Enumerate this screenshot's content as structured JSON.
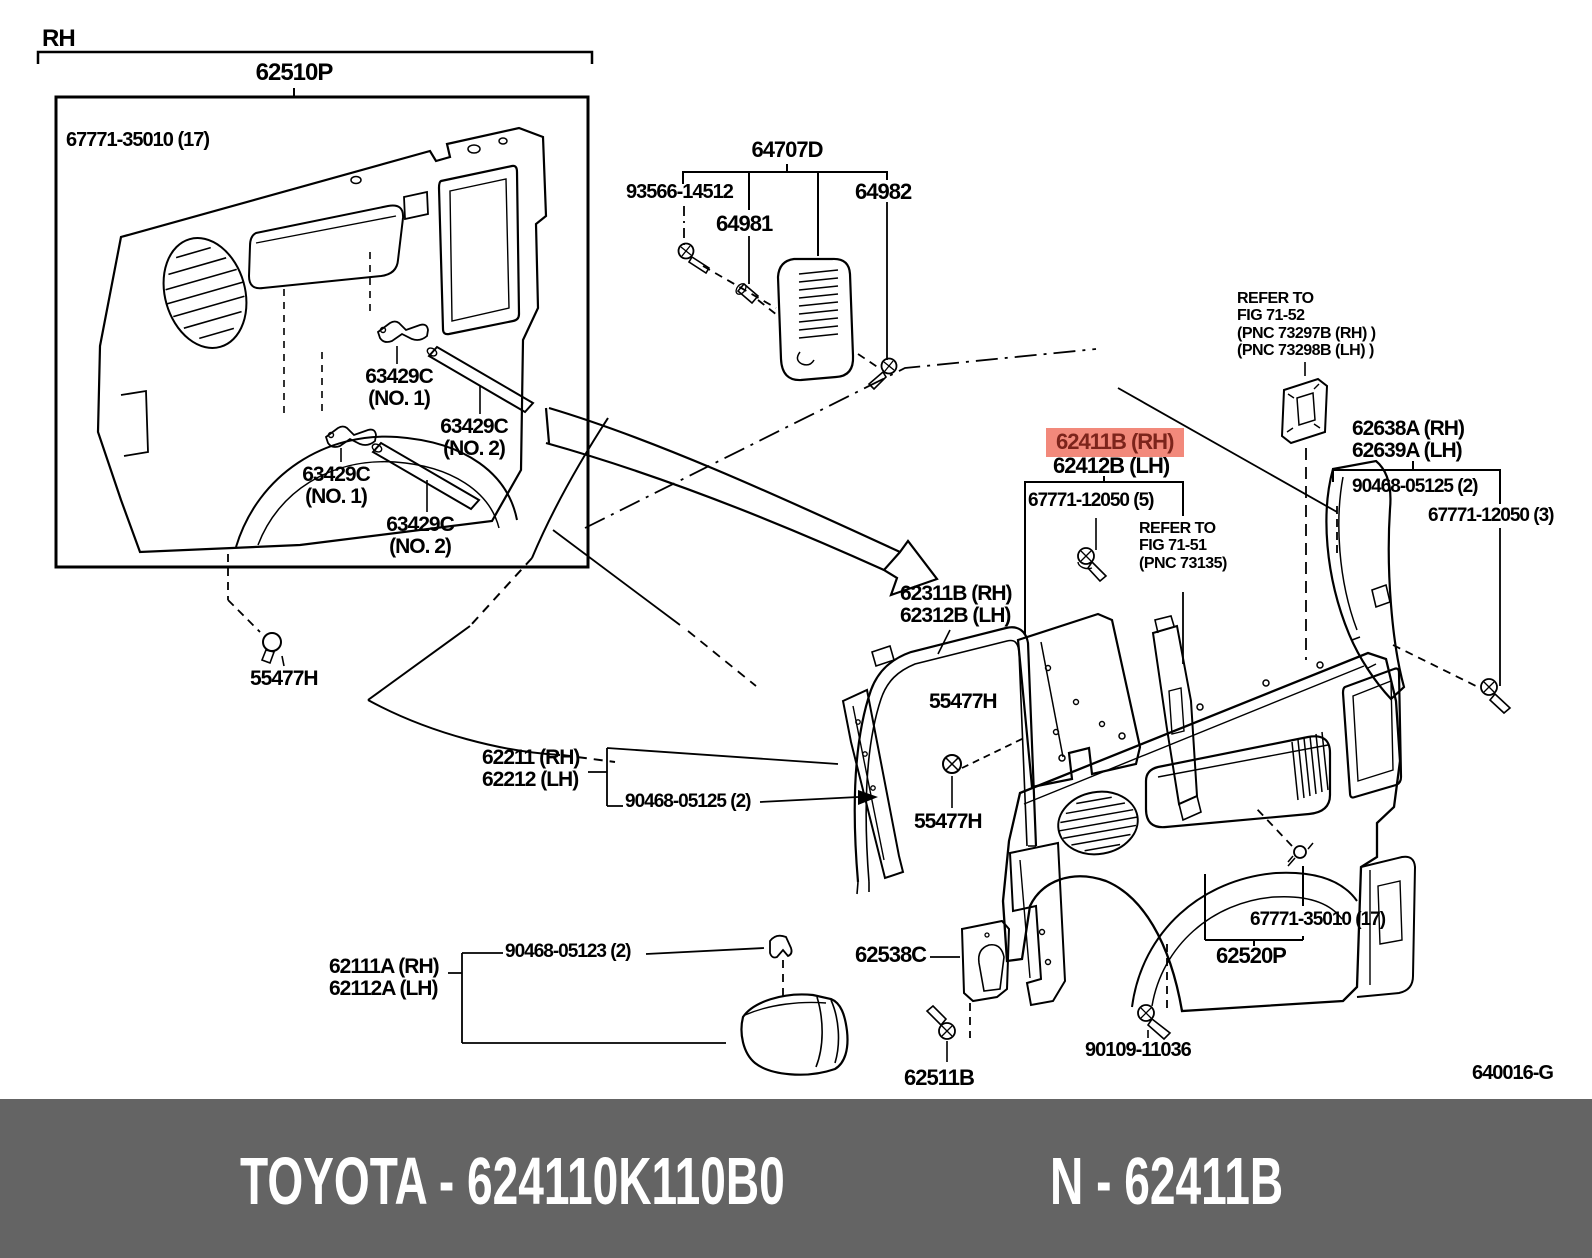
{
  "figure": {
    "side": "RH",
    "code": "640016-G"
  },
  "colors": {
    "line": "#000000",
    "highlight": "#f2897b",
    "highlight_text": "#7c241b",
    "footer_bg": "#646464",
    "footer_text": "#ffffff"
  },
  "labels": {
    "rh": "RH",
    "p62510P": "62510P",
    "clip_67771_35010_box": "67771-35010 (17)",
    "c63429_no1_a": "63429C\n(NO. 1)",
    "c63429_no2_a": "63429C\n(NO. 2)",
    "c63429_no1_b": "63429C\n(NO. 1)",
    "c63429_no2_b": "63429C\n(NO. 2)",
    "g55477_a": "55477H",
    "p64707D": "64707D",
    "s93566_14512": "93566-14512",
    "p64981": "64981",
    "p64982": "64982",
    "refer_fig_71_52": "REFER TO\nFIG 71-52\n(PNC 73297B (RH) )\n(PNC 73298B (LH) )",
    "p62638A": "62638A (RH)\n62639A (LH)",
    "n90468_05125_right": "90468-05125 (2)",
    "n67771_12050_3": "67771-12050 (3)",
    "p62411B": "62411B (RH)",
    "p62412B": "62412B (LH)",
    "n67771_12050_5": "67771-12050 (5)",
    "refer_fig_71_51": "REFER TO\nFIG 71-51\n (PNC 73135)",
    "p62311B": "62311B (RH)\n62312B (LH)",
    "g55477_b": "55477H",
    "g55477_c": "55477H",
    "p62211": "62211 (RH)\n62212 (LH)",
    "n90468_05125_left": "90468-05125 (2)",
    "p62111A": "62111A (RH)\n62112A (LH)",
    "n90468_05123": "90468-05123 (2)",
    "p62538C": "62538C",
    "p62511B": "62511B",
    "n90109_11036": "90109-11036",
    "n67771_35010_right": "67771-35010 (17)",
    "p62520P": "62520P",
    "fig_code": "640016-G"
  },
  "footer": {
    "brand_part": "TOYOTA - 624110K110B0",
    "pnc_ref": "N - 62411B"
  }
}
